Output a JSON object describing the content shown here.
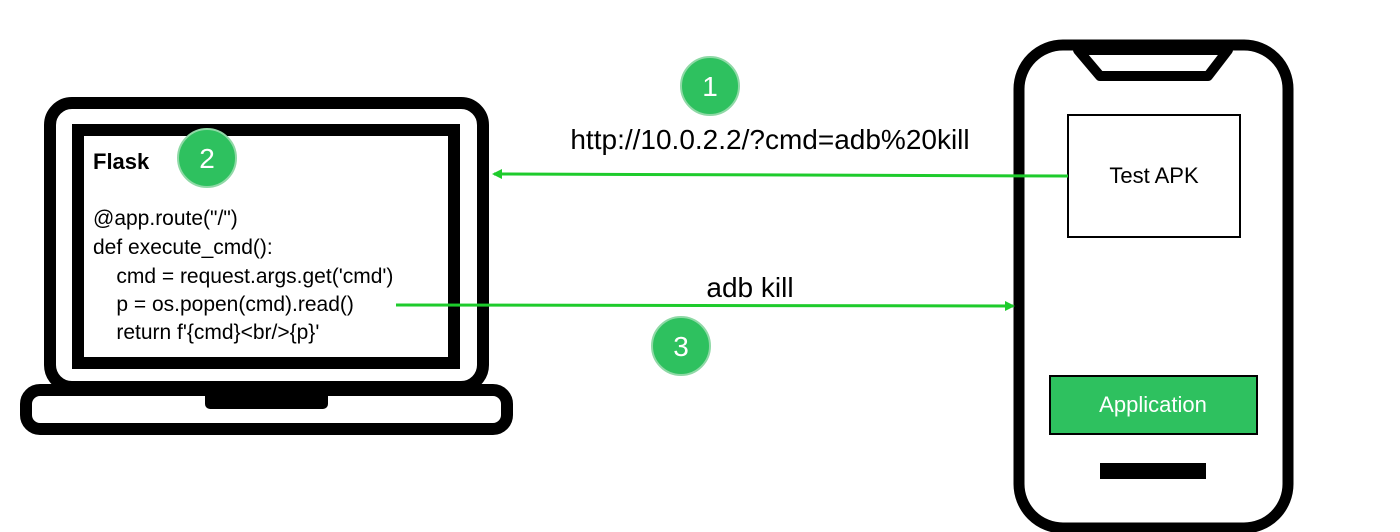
{
  "laptop": {
    "title": "Flask",
    "code_lines": [
      "@app.route(\"/\")",
      "def execute_cmd():",
      "    cmd = request.args.get('cmd')",
      "    p = os.popen(cmd).read()",
      "    return f'{cmd}<br/>{p}'"
    ]
  },
  "phone": {
    "apk_label": "Test APK",
    "app_label": "Application"
  },
  "steps": {
    "step1": "1",
    "step2": "2",
    "step3": "3"
  },
  "arrows": {
    "request_label": "http://10.0.2.2/?cmd=adb%20kill",
    "response_label": "adb kill"
  },
  "colors": {
    "accent_green": "#2ec15f",
    "arrow_green": "#1ecb2c",
    "outline": "#000000"
  }
}
